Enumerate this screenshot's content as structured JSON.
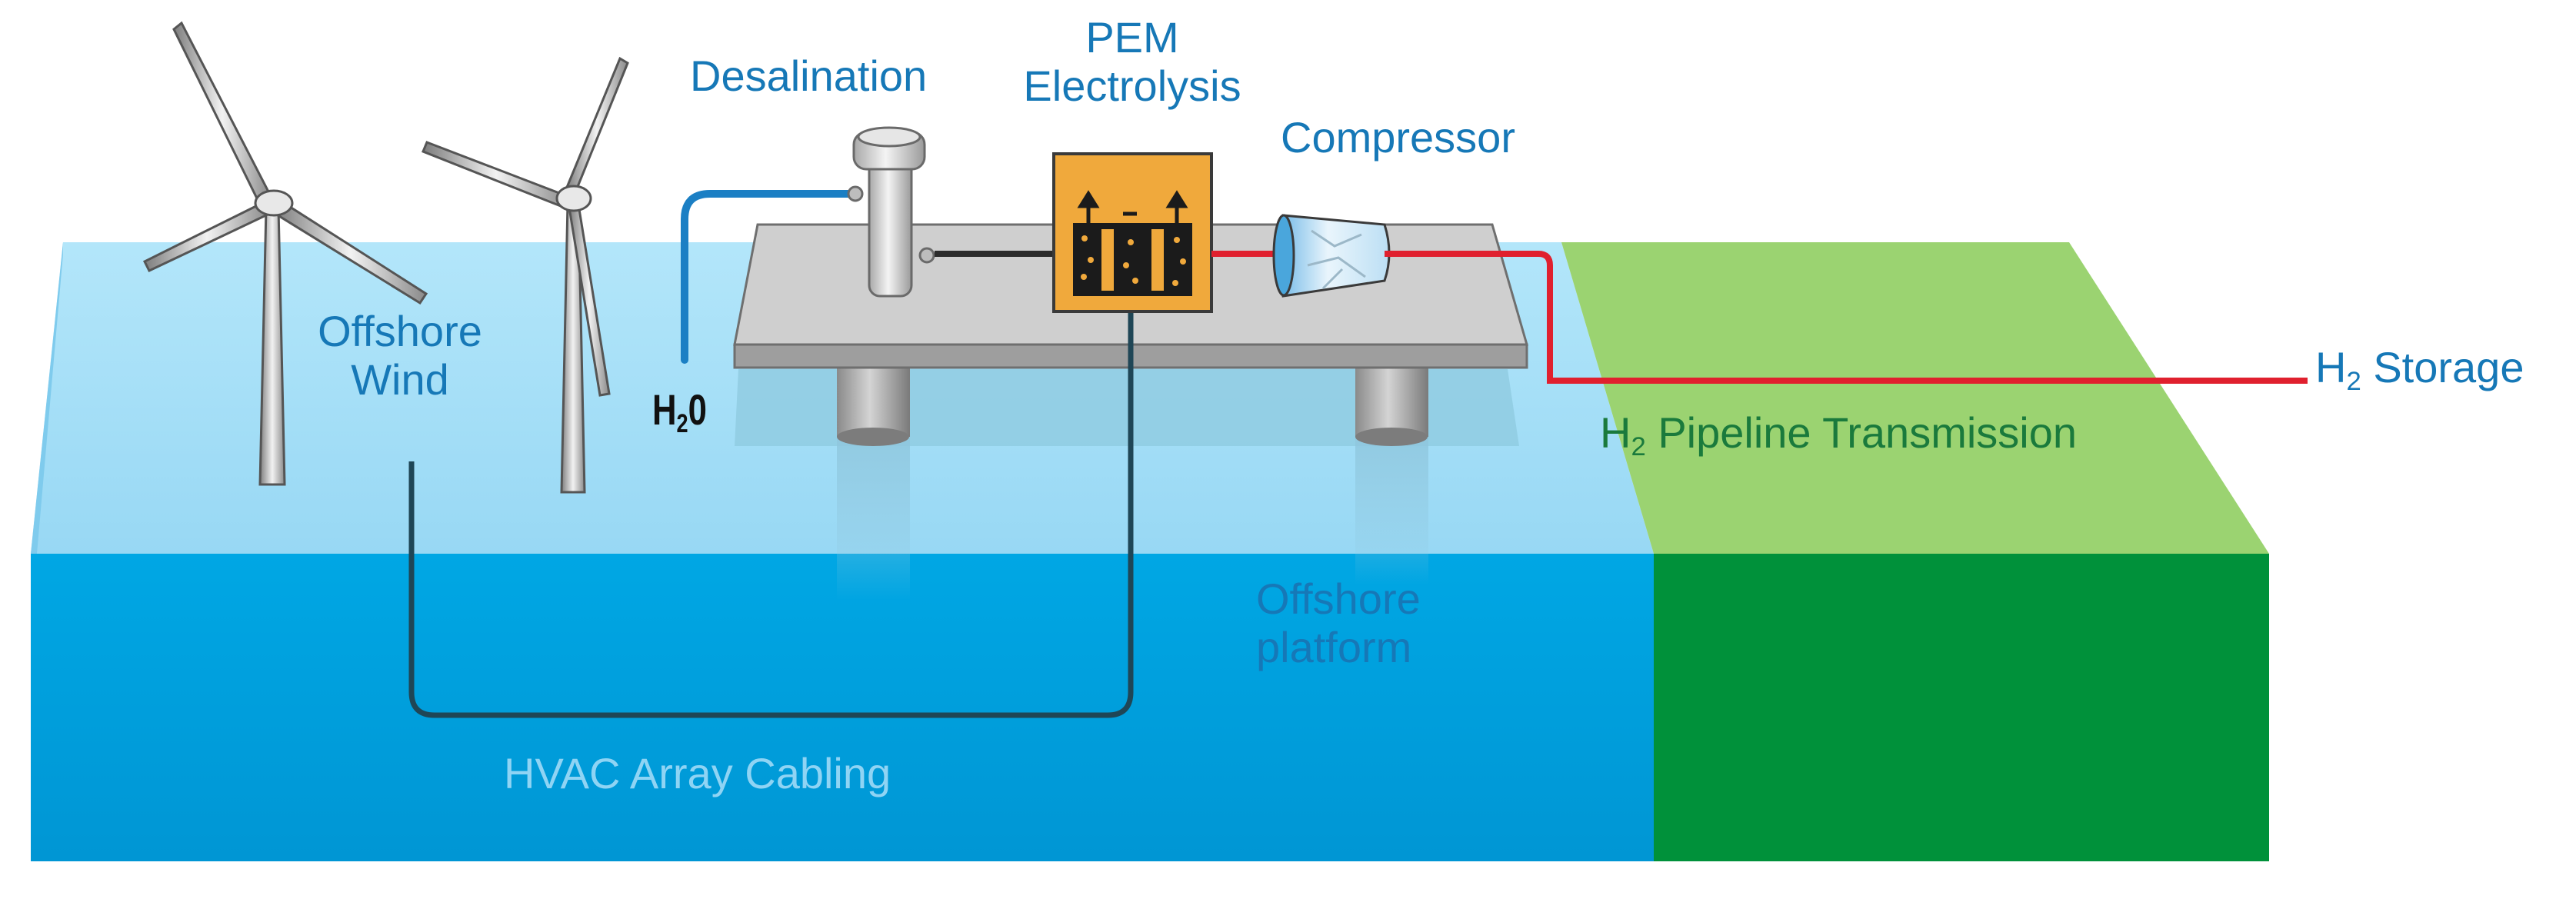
{
  "labels": {
    "desalination": "Desalination",
    "pem_line1": "PEM",
    "pem_line2": "Electrolysis",
    "compressor": "Compressor",
    "offshore_wind_line1": "Offshore",
    "offshore_wind_line2": "Wind",
    "water_main": "H",
    "water_sub": "2",
    "water_tail": "0",
    "storage_main": "H",
    "storage_sub": "2",
    "storage_tail": " Storage",
    "pipeline_main": "H",
    "pipeline_sub": "2",
    "pipeline_tail": " Pipeline Transmission",
    "platform_line1": "Offshore",
    "platform_line2": "platform",
    "cabling": "HVAC Array Cabling"
  },
  "colors": {
    "sea_surface": "#9fdcf6",
    "sea_front": "#00a2df",
    "land_surface": "#9bd371",
    "land_front": "#00913a",
    "h2_line": "#e0202e",
    "water_pipe": "#1b7fc4",
    "cable": "#1f4656",
    "electrolyzer": "#f0a93c",
    "platform_deck": "#c9c9c9",
    "label_blue": "#1678b7",
    "label_light": "#8fd4f4",
    "label_green": "#1a7a3c"
  },
  "icons": [
    "wind-turbine-icon",
    "desalination-tank-icon",
    "electrolyzer-box-icon",
    "compressor-icon"
  ]
}
